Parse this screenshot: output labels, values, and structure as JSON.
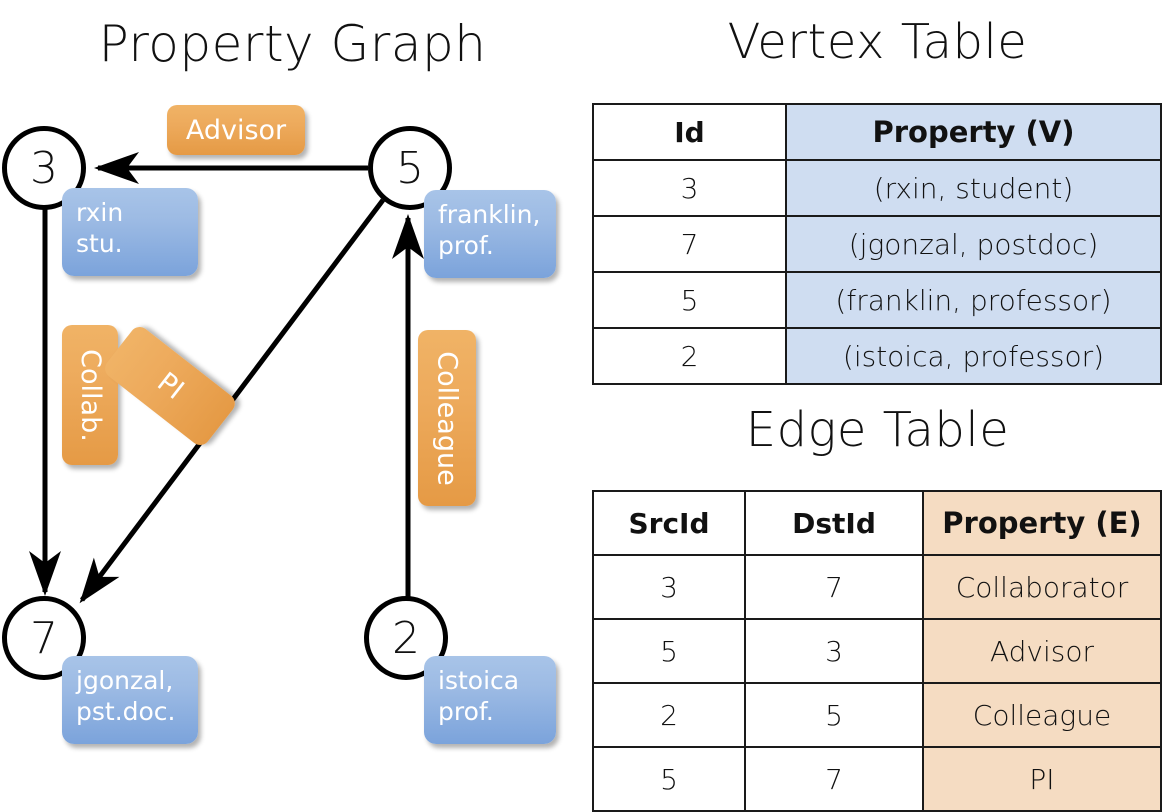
{
  "titles": {
    "property_graph": "Property Graph",
    "vertex_table": "Vertex Table",
    "edge_table": "Edge Table"
  },
  "graph": {
    "nodes": [
      {
        "id": "3",
        "property_line1": "rxin",
        "property_line2": "stu."
      },
      {
        "id": "5",
        "property_line1": "franklin,",
        "property_line2": "prof."
      },
      {
        "id": "7",
        "property_line1": "jgonzal,",
        "property_line2": "pst.doc."
      },
      {
        "id": "2",
        "property_line1": "istoica",
        "property_line2": "prof."
      }
    ],
    "edge_labels": [
      {
        "text": "Advisor"
      },
      {
        "text": "Collab."
      },
      {
        "text": "PI"
      },
      {
        "text": "Colleague"
      }
    ],
    "edges": [
      {
        "from": "5",
        "to": "3",
        "label": "Advisor"
      },
      {
        "from": "3",
        "to": "7",
        "label": "Collab."
      },
      {
        "from": "5",
        "to": "7",
        "label": "PI"
      },
      {
        "from": "2",
        "to": "5",
        "label": "Colleague"
      }
    ]
  },
  "vertex_table": {
    "headers": [
      "Id",
      "Property (V)"
    ],
    "rows": [
      {
        "id": "3",
        "property": "(rxin, student)"
      },
      {
        "id": "7",
        "property": "(jgonzal, postdoc)"
      },
      {
        "id": "5",
        "property": "(franklin, professor)"
      },
      {
        "id": "2",
        "property": "(istoica, professor)"
      }
    ]
  },
  "edge_table": {
    "headers": [
      "SrcId",
      "DstId",
      "Property (E)"
    ],
    "rows": [
      {
        "src": "3",
        "dst": "7",
        "property": "Collaborator"
      },
      {
        "src": "5",
        "dst": "3",
        "property": "Advisor"
      },
      {
        "src": "2",
        "dst": "5",
        "property": "Colleague"
      },
      {
        "src": "5",
        "dst": "7",
        "property": "PI"
      }
    ]
  },
  "colors": {
    "vertex_property_fill": "#cfddf1",
    "edge_property_fill": "#f5dcc2",
    "node_box_blue": "#7ba3db",
    "edge_label_orange": "#e59a45"
  }
}
